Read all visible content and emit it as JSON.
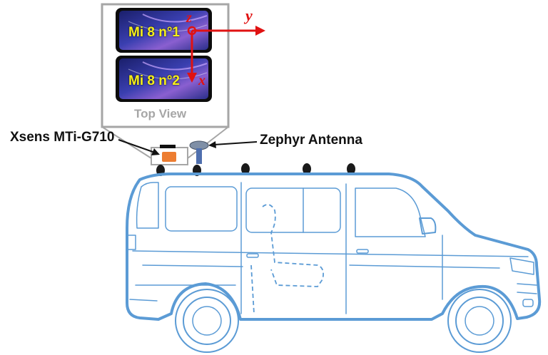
{
  "phones": [
    {
      "label": "Mi 8 n°1"
    },
    {
      "label": "Mi 8 n°2"
    }
  ],
  "top_view_label": "Top View",
  "axes": {
    "z": "z",
    "y": "y",
    "x": "x"
  },
  "callouts": {
    "imu": "Xsens MTi-G710",
    "antenna": "Zephyr Antenna"
  },
  "colors": {
    "van_outline": "#5b9bd5",
    "axis": "#e01212",
    "phone_label": "#f5ee1a",
    "panel_border": "#a6a6a6",
    "imu_body": "#ed7d31",
    "antenna": "#7f8fa6"
  }
}
